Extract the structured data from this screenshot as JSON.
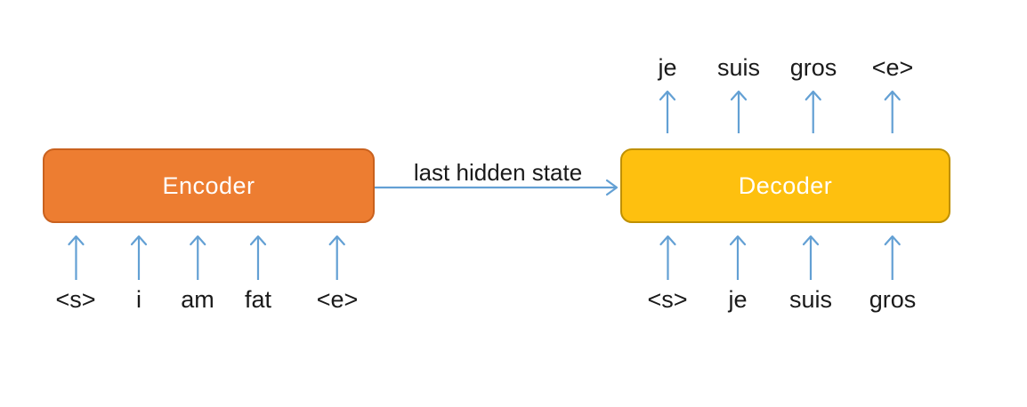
{
  "encoder": {
    "label": "Encoder",
    "inputs": [
      "<s>",
      "i",
      "am",
      "fat",
      "<e>"
    ]
  },
  "decoder": {
    "label": "Decoder",
    "inputs": [
      "<s>",
      "je",
      "suis",
      "gros"
    ],
    "outputs": [
      "je",
      "suis",
      "gros",
      "<e>"
    ]
  },
  "connection": {
    "label": "last hidden state"
  },
  "colors": {
    "encoder_fill": "#ED7D31",
    "encoder_border": "#C9611E",
    "decoder_fill": "#FEC00F",
    "decoder_border": "#BF9000",
    "arrow": "#63A0D4",
    "text": "#1A1A1A",
    "box_label_text": "#FFFFFF"
  }
}
